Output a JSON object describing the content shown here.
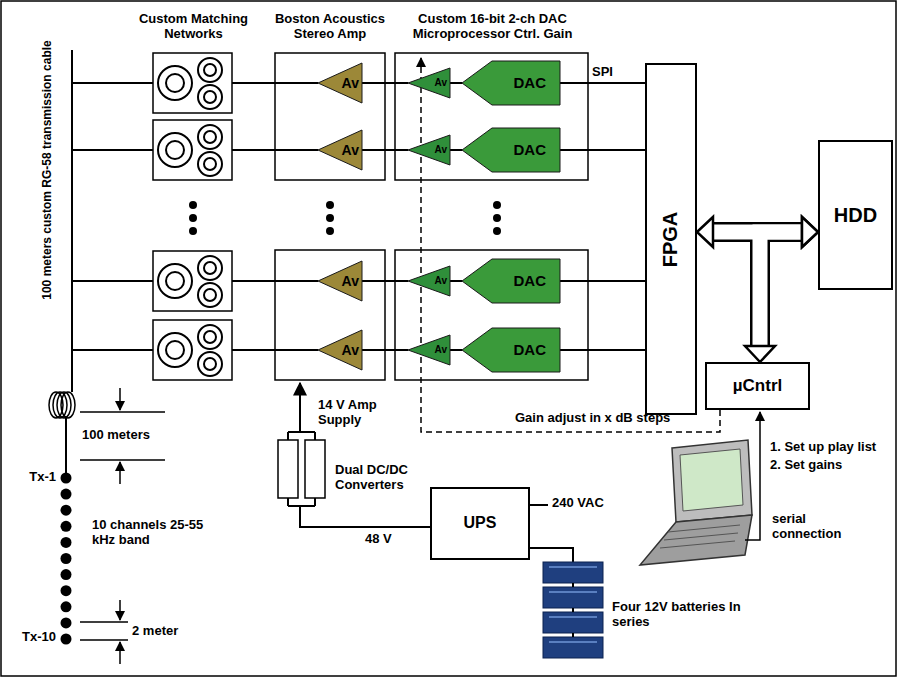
{
  "diagram": {
    "nodes": [
      {
        "text": [
          "Av"
        ]
      },
      {
        "text": [
          "Av"
        ]
      },
      {
        "text": [
          "Av"
        ]
      },
      {
        "text": [
          "Av"
        ]
      },
      {
        "text": [
          "Av"
        ]
      },
      {
        "text": [
          "Av"
        ]
      },
      {
        "text": [
          "Av"
        ]
      },
      {
        "text": [
          "Av"
        ]
      },
      {
        "text": [
          "DAC"
        ]
      },
      {
        "text": [
          "DAC"
        ]
      },
      {
        "text": [
          "DAC"
        ]
      },
      {
        "text": [
          "DAC"
        ]
      },
      {
        "text": [
          "FPGA"
        ]
      },
      {
        "text": [
          "HDD"
        ]
      },
      {
        "text": [
          "µCntrl"
        ]
      },
      {
        "text": [
          "UPS"
        ]
      }
    ],
    "edges": [
      {
        "from": 12,
        "to": 8,
        "arrow": "none",
        "label": "SPI"
      },
      {
        "from": 12,
        "to": 9,
        "arrow": "none"
      },
      {
        "from": 12,
        "to": 10,
        "arrow": "none"
      },
      {
        "from": 12,
        "to": 11,
        "arrow": "none"
      },
      {
        "from": 8,
        "to": 4,
        "arrow": "none"
      },
      {
        "from": 9,
        "to": 5,
        "arrow": "none"
      },
      {
        "from": 10,
        "to": 6,
        "arrow": "none"
      },
      {
        "from": 11,
        "to": 7,
        "arrow": "none"
      },
      {
        "from": 4,
        "to": 0,
        "arrow": "none"
      },
      {
        "from": 5,
        "to": 1,
        "arrow": "none"
      },
      {
        "from": 6,
        "to": 2,
        "arrow": "none"
      },
      {
        "from": 7,
        "to": 3,
        "arrow": "none"
      },
      {
        "from": 12,
        "to": 13,
        "arrow": "both"
      },
      {
        "from": 14,
        "to": 13,
        "arrow": "both"
      }
    ],
    "labels": [
      "Custom Matching Networks",
      "Boston Acoustics Stereo Amp",
      "Custom 16-bit 2-ch DAC Microprocessor Ctrl. Gain",
      "100 meters custom RG-58 transmission cable",
      "100 meters",
      "Tx-1",
      "10 channels 25-55 kHz band",
      "2 meter",
      "Tx-10",
      "14 V Amp Supply",
      "Dual DC/DC Converters",
      "48 V",
      "240 VAC",
      "Four 12V batteries In series",
      "Gain adjust in x dB steps",
      "1. Set up play list",
      "2. Set gains",
      "serial connection"
    ]
  }
}
